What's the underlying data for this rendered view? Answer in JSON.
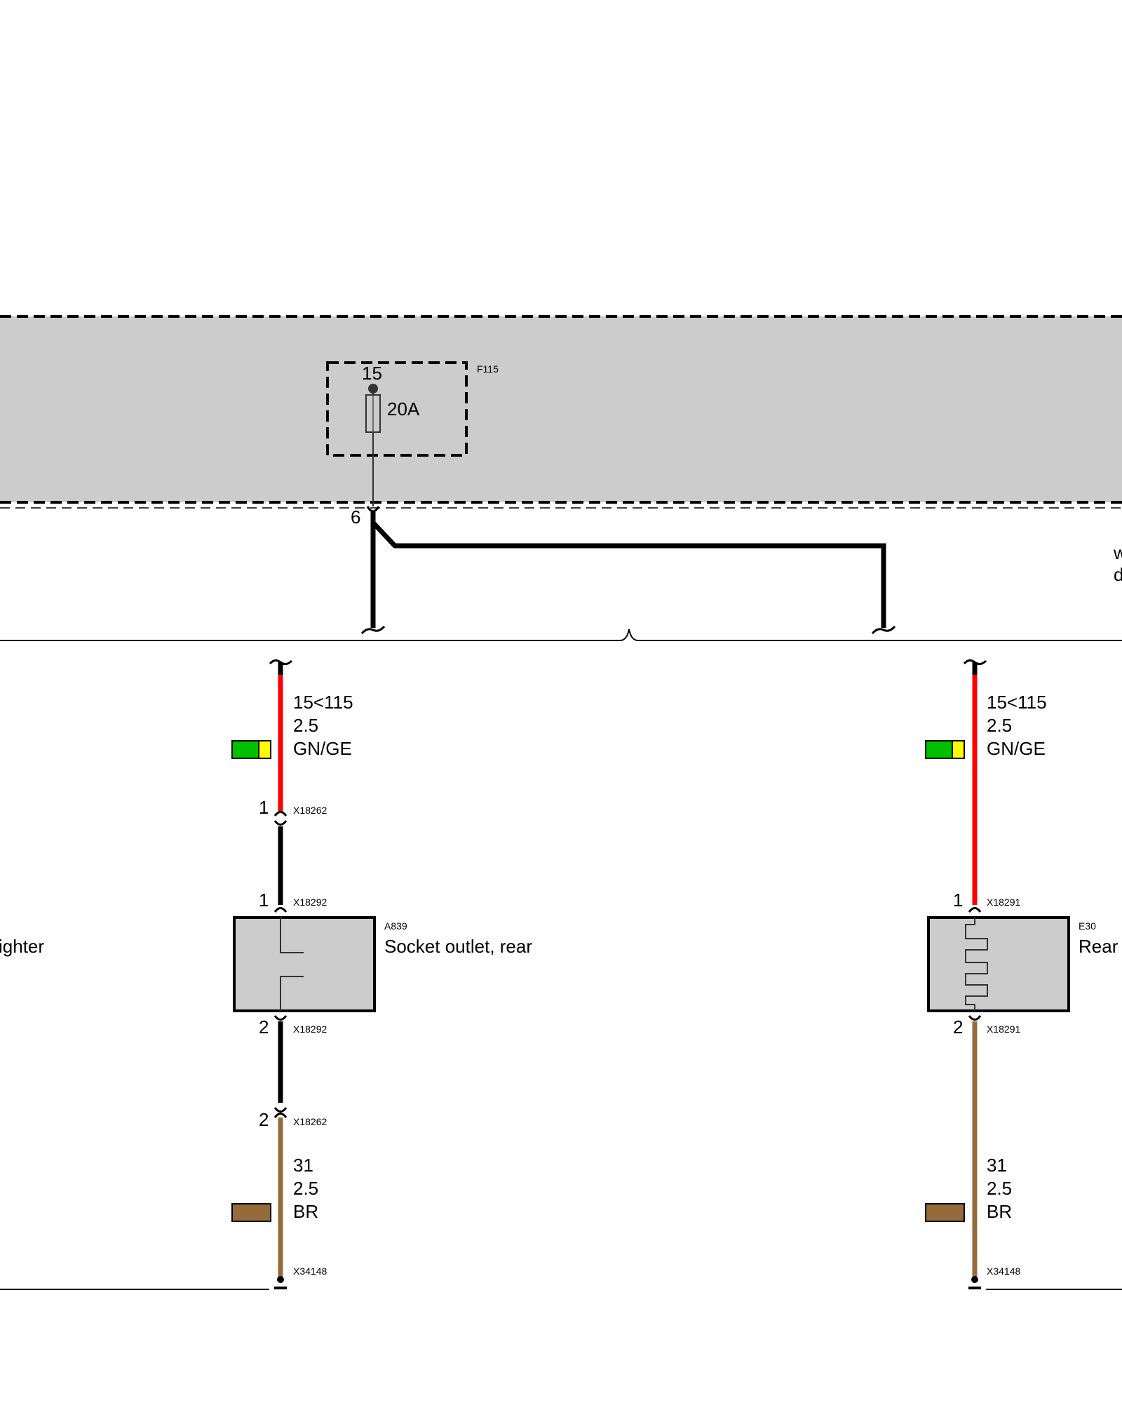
{
  "fuse": {
    "id": "F115",
    "terminal": "15",
    "rating": "20A",
    "output_pin": "6"
  },
  "left_text": {
    "wrap_fragment": "ighter"
  },
  "right_edge_text": {
    "line1": "w",
    "line2": "d"
  },
  "branch_left": {
    "wire_top": {
      "signal": "15<115",
      "gauge": "2.5",
      "color_code": "GN/GE"
    },
    "connector_top": {
      "pin": "1",
      "id": "X18262"
    },
    "device_pin1": {
      "pin": "1",
      "id": "X18292"
    },
    "device": {
      "id": "A839",
      "name": "Socket outlet, rear"
    },
    "device_pin2": {
      "pin": "2",
      "id": "X18292"
    },
    "connector_bottom": {
      "pin": "2",
      "id": "X18262"
    },
    "wire_bottom": {
      "signal": "31",
      "gauge": "2.5",
      "color_code": "BR"
    },
    "ground": {
      "id": "X34148"
    }
  },
  "branch_right": {
    "wire_top": {
      "signal": "15<115",
      "gauge": "2.5",
      "color_code": "GN/GE"
    },
    "device_pin1": {
      "pin": "1",
      "id": "X18291"
    },
    "device": {
      "id": "E30",
      "name": "Rear"
    },
    "device_pin2": {
      "pin": "2",
      "id": "X18291"
    },
    "wire_bottom": {
      "signal": "31",
      "gauge": "2.5",
      "color_code": "BR"
    },
    "ground": {
      "id": "X34148"
    }
  },
  "colors": {
    "module_fill": "#cccccc",
    "wire_power": "#ff0000",
    "wire_ground": "#956b3c",
    "wire_black": "#000000",
    "swatch_green": "#00c000",
    "swatch_yellow": "#ffff00",
    "swatch_brown": "#956b3c"
  }
}
